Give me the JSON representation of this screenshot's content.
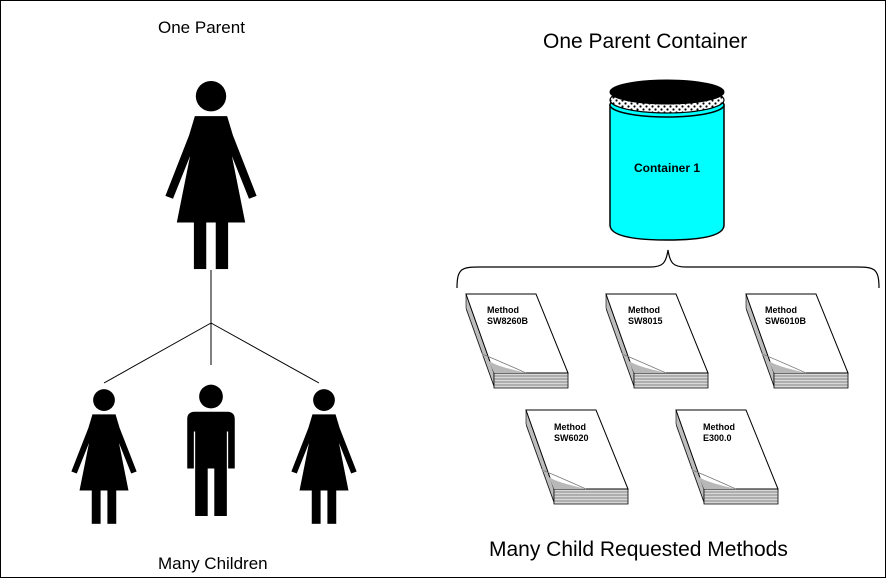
{
  "diagram": {
    "left_title": "One Parent",
    "left_footer": "Many Children",
    "right_title": "One Parent Container",
    "right_footer": "Many Child Requested Methods",
    "container": {
      "label": "Container 1",
      "color": "#00ffff"
    },
    "methods": [
      {
        "word": "Method",
        "code": "SW8260B"
      },
      {
        "word": "Method",
        "code": "SW8015"
      },
      {
        "word": "Method",
        "code": "SW6010B"
      },
      {
        "word": "Method",
        "code": "SW6020"
      },
      {
        "word": "Method",
        "code": "E300.0"
      }
    ]
  }
}
